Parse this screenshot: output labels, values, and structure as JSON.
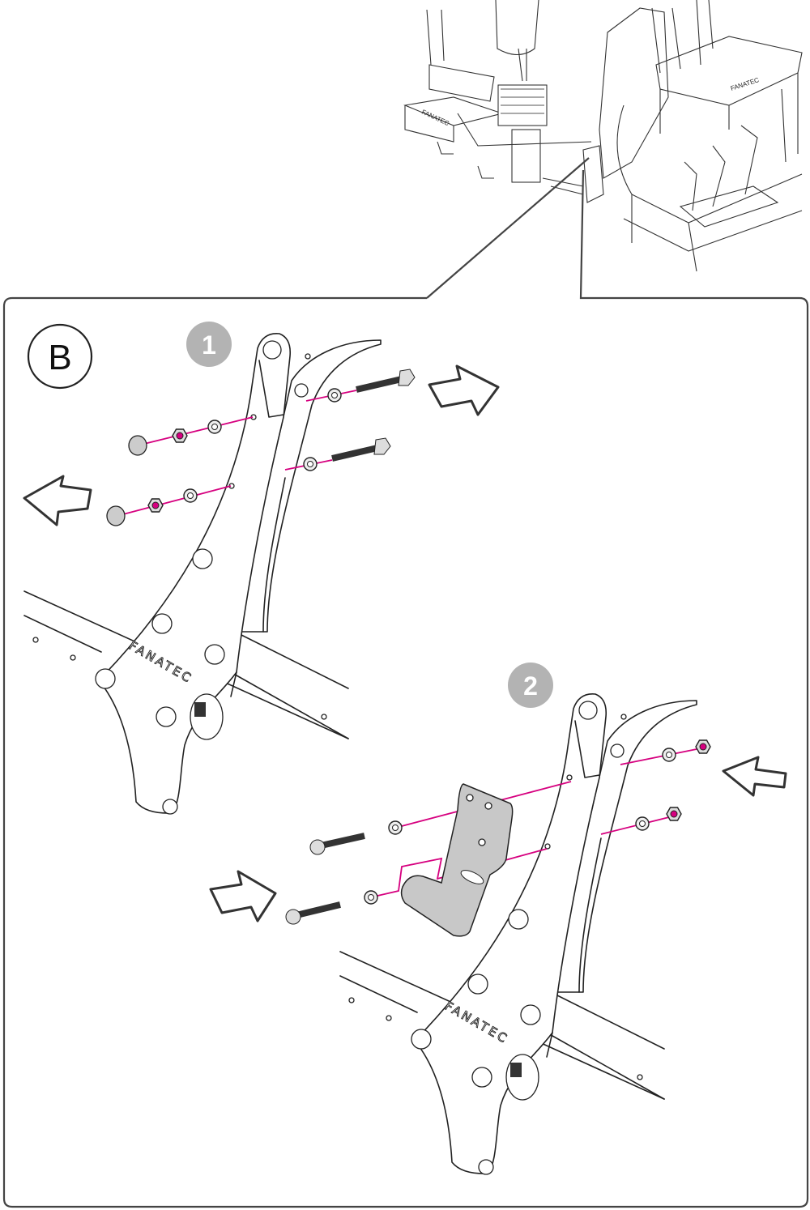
{
  "callout": {
    "label": "B"
  },
  "steps": [
    {
      "number": "1"
    },
    {
      "number": "2"
    }
  ],
  "logo_text": "FANATEC",
  "colors": {
    "line": "#222222",
    "guide_line": "#d6007f",
    "step_badge": "#b3b3b3",
    "bracket": "#c8c8c8"
  }
}
